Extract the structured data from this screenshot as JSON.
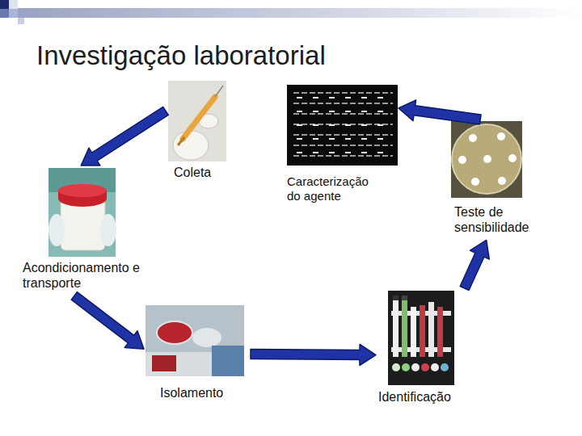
{
  "diagram": {
    "title": "Investigação laboratorial",
    "nodes": [
      {
        "text": [
          "Coleta"
        ]
      },
      {
        "text": [
          "Acondicionamento e transporte"
        ]
      },
      {
        "text": [
          "Isolamento"
        ]
      },
      {
        "text": [
          "Identificação"
        ]
      },
      {
        "text": [
          "Teste de sensibilidade"
        ]
      },
      {
        "text": [
          "Caracterização do agente"
        ]
      }
    ],
    "edges": [
      {
        "from": 0,
        "to": 1,
        "arrow": "to"
      },
      {
        "from": 1,
        "to": 2,
        "arrow": "to"
      },
      {
        "from": 2,
        "to": 3,
        "arrow": "to"
      },
      {
        "from": 3,
        "to": 4,
        "arrow": "to"
      },
      {
        "from": 4,
        "to": 5,
        "arrow": "to"
      }
    ]
  }
}
